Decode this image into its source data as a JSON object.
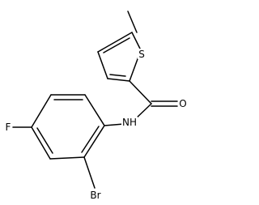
{
  "molecule": {
    "atoms": {
      "sulfur": "S",
      "oxygen": "O",
      "amide_nitrogen": "NH",
      "fluorine": "F",
      "bromine": "Br"
    },
    "colors": {
      "bond": "#000000",
      "label": "#000000",
      "background": "#ffffff"
    }
  }
}
